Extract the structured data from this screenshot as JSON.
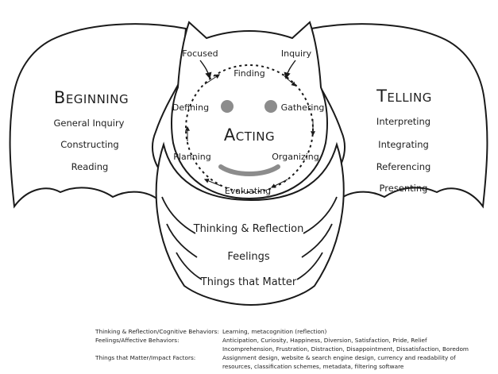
{
  "wings": {
    "left": {
      "title": "Beginning",
      "items": [
        "General Inquiry",
        "Constructing",
        "Reading"
      ]
    },
    "right": {
      "title": "Telling",
      "items": [
        "Interpreting",
        "Integrating",
        "Referencing",
        "Presenting"
      ]
    }
  },
  "ears": {
    "left": "Focused",
    "right": "Inquiry"
  },
  "cycle": {
    "center": "Acting",
    "steps": [
      "Finding",
      "Gathering",
      "Organizing",
      "Evaluating",
      "Planning",
      "Defining"
    ]
  },
  "body": {
    "items": [
      "Thinking & Reflection",
      "Feelings",
      "Things that Matter"
    ]
  },
  "legend": [
    {
      "label": "Thinking & Reflection/Cognitive Behaviors:",
      "lines": [
        "Learning, metacognition (reflection)"
      ]
    },
    {
      "label": "Feelings/Affective Behaviors:",
      "lines": [
        "Anticipation, Curiosity, Happiness, Diversion, Satisfaction, Pride, Relief",
        "Incomprehension, Frustration, Distraction, Disappointment, Dissatisfaction, Boredom"
      ]
    },
    {
      "label": "Things that Matter/Impact Factors:",
      "lines": [
        "Assignment design, website & search engine design, currency and readability of",
        "resources, classification schemes, metadata, filtering software"
      ]
    }
  ],
  "colors": {
    "outline": "#1a1a1a",
    "eyes": "#8c8c8c",
    "smile": "#8c8c8c"
  }
}
